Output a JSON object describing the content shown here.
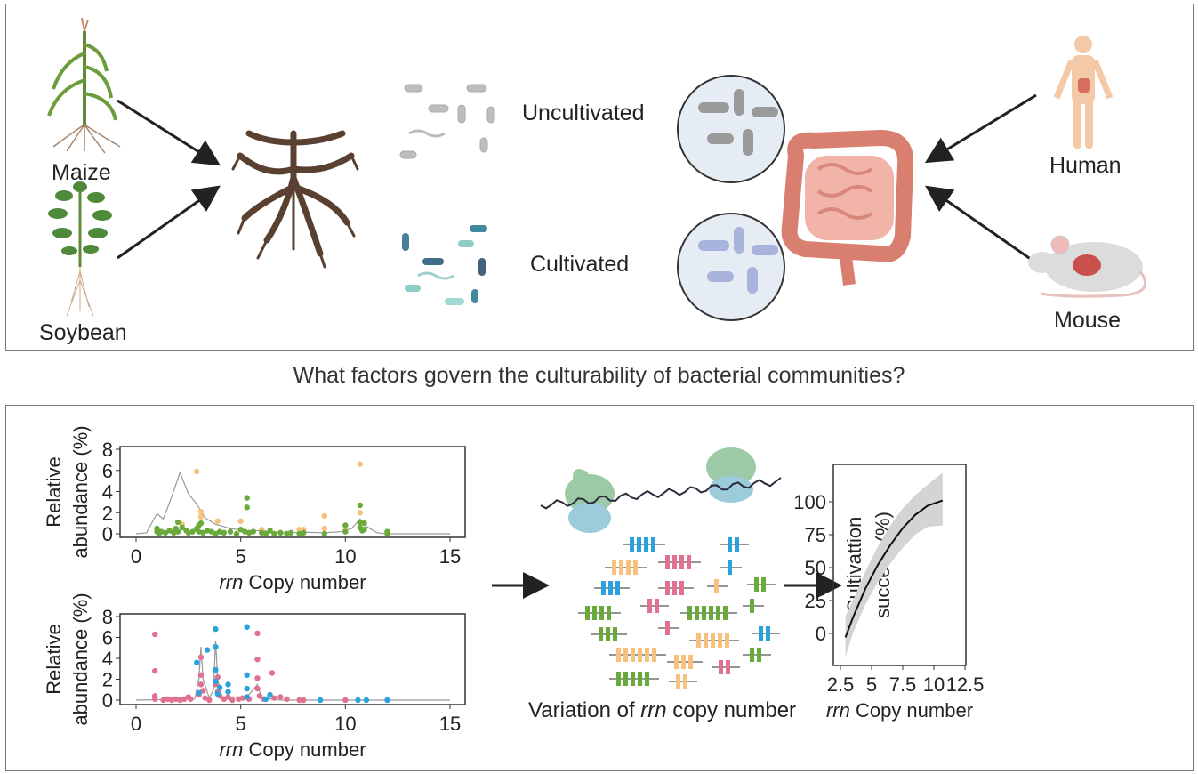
{
  "top_panel": {
    "labels": {
      "maize": "Maize",
      "soybean": "Soybean",
      "uncultivated": "Uncultivated",
      "cultivated": "Cultivated",
      "human": "Human",
      "mouse": "Mouse"
    }
  },
  "question": "What factors govern the culturability of bacterial communities?",
  "bottom_panel": {
    "variation_label_prefix": "Variation of ",
    "variation_label_italic": "rrn",
    "variation_label_suffix": " copy number"
  },
  "colors": {
    "green": "#6aaa3a",
    "orange": "#f6c27e",
    "pink": "#e0718f",
    "blue": "#2aa3dc",
    "band": "#d4d4d4"
  },
  "chart_data": [
    {
      "type": "scatter",
      "name": "plant-root-abundance",
      "xlabel_italic": "rrn",
      "xlabel": " Copy number",
      "ylabel_line1": "Relative",
      "ylabel_line2": "abundance (%)",
      "xlim": [
        0,
        15
      ],
      "ylim": [
        0,
        8
      ],
      "xticks": [
        0,
        5,
        10,
        15
      ],
      "yticks": [
        0,
        2,
        4,
        6,
        8
      ],
      "density": [
        [
          0,
          0
        ],
        [
          0.5,
          0.1
        ],
        [
          0.8,
          1.2
        ],
        [
          1,
          1.9
        ],
        [
          1.3,
          1.4
        ],
        [
          1.7,
          3.5
        ],
        [
          2.1,
          5.8
        ],
        [
          2.5,
          3.8
        ],
        [
          2.9,
          2.8
        ],
        [
          3.3,
          1.5
        ],
        [
          3.8,
          0.9
        ],
        [
          4.5,
          0.5
        ],
        [
          5.2,
          0.3
        ],
        [
          6,
          0.3
        ],
        [
          7,
          0.1
        ],
        [
          8,
          0.15
        ],
        [
          9,
          0.1
        ],
        [
          9.8,
          0.2
        ],
        [
          10.3,
          0.5
        ],
        [
          10.7,
          1.4
        ],
        [
          11,
          0.7
        ],
        [
          11.5,
          0.1
        ],
        [
          12,
          0
        ],
        [
          15,
          0
        ]
      ],
      "series": [
        {
          "name": "orange",
          "color": "#f6c27e",
          "points": [
            [
              2.9,
              5.9
            ],
            [
              3.1,
              2.1
            ],
            [
              3.1,
              1.6
            ],
            [
              2.2,
              0.9
            ],
            [
              3.9,
              1.2
            ],
            [
              5,
              1.2
            ],
            [
              6,
              0.4
            ],
            [
              7.8,
              0.4
            ],
            [
              8,
              0.4
            ],
            [
              9,
              1.7
            ],
            [
              9,
              0.5
            ],
            [
              10.7,
              6.6
            ],
            [
              10.7,
              2
            ],
            [
              10,
              0.3
            ]
          ]
        },
        {
          "name": "green",
          "color": "#6aaa3a",
          "points": [
            [
              1,
              0.5
            ],
            [
              1,
              0.2
            ],
            [
              1.1,
              0
            ],
            [
              1.2,
              0.2
            ],
            [
              1.4,
              0.1
            ],
            [
              1.6,
              0.3
            ],
            [
              1.8,
              0.1
            ],
            [
              1.9,
              0.5
            ],
            [
              2,
              1.1
            ],
            [
              2,
              0.2
            ],
            [
              2.2,
              0.6
            ],
            [
              2.4,
              0.3
            ],
            [
              2.5,
              0.1
            ],
            [
              2.7,
              0.2
            ],
            [
              2.9,
              0.5
            ],
            [
              3,
              0.8
            ],
            [
              3,
              0.2
            ],
            [
              3.1,
              1
            ],
            [
              3.2,
              0.1
            ],
            [
              3.4,
              0.3
            ],
            [
              3.6,
              0.2
            ],
            [
              3.8,
              0
            ],
            [
              4,
              0.2
            ],
            [
              4.2,
              0.1
            ],
            [
              4.5,
              0.2
            ],
            [
              4.8,
              0
            ],
            [
              5,
              0.4
            ],
            [
              5.2,
              0.2
            ],
            [
              5.3,
              3.4
            ],
            [
              5.3,
              2.5
            ],
            [
              5.4,
              0.1
            ],
            [
              5.6,
              0.2
            ],
            [
              6,
              0.1
            ],
            [
              6.2,
              0
            ],
            [
              6.4,
              0.3
            ],
            [
              6.6,
              0
            ],
            [
              6.9,
              0.1
            ],
            [
              7.2,
              0
            ],
            [
              7.4,
              0.1
            ],
            [
              7.8,
              0
            ],
            [
              8,
              0.1
            ],
            [
              9,
              0
            ],
            [
              10,
              0.8
            ],
            [
              10,
              0.2
            ],
            [
              10.7,
              2.7
            ],
            [
              10.7,
              1.1
            ],
            [
              10.7,
              0.6
            ],
            [
              10.8,
              0.3
            ],
            [
              10.9,
              1
            ],
            [
              10.9,
              0.4
            ],
            [
              12,
              0.2
            ],
            [
              12,
              0
            ]
          ]
        }
      ]
    },
    {
      "type": "scatter",
      "name": "gut-abundance",
      "xlabel_italic": "rrn",
      "xlabel": " Copy number",
      "ylabel_line1": "Relative",
      "ylabel_line2": "abundance (%)",
      "xlim": [
        0,
        15
      ],
      "ylim": [
        0,
        8
      ],
      "xticks": [
        0,
        5,
        10,
        15
      ],
      "yticks": [
        0,
        2,
        4,
        6,
        8
      ],
      "density": [
        [
          0,
          0
        ],
        [
          2.8,
          0.1
        ],
        [
          3,
          2
        ],
        [
          3.1,
          5.1
        ],
        [
          3.2,
          2
        ],
        [
          3.5,
          0.2
        ],
        [
          3.7,
          1
        ],
        [
          3.8,
          5.7
        ],
        [
          3.9,
          2
        ],
        [
          4.1,
          0.3
        ],
        [
          5.3,
          0.3
        ],
        [
          5.8,
          1.5
        ],
        [
          6,
          0.2
        ],
        [
          7,
          0
        ],
        [
          15,
          0
        ]
      ],
      "series": [
        {
          "name": "pink",
          "color": "#e0718f",
          "points": [
            [
              0.9,
              6.3
            ],
            [
              0.9,
              2.8
            ],
            [
              0.9,
              0.4
            ],
            [
              0.9,
              0.1
            ],
            [
              1.3,
              0
            ],
            [
              1.5,
              0.1
            ],
            [
              1.7,
              0
            ],
            [
              1.9,
              0.1
            ],
            [
              2.1,
              0
            ],
            [
              2.3,
              0.1
            ],
            [
              2.5,
              0.3
            ],
            [
              2.6,
              0.1
            ],
            [
              3,
              0.5
            ],
            [
              3.1,
              4.1
            ],
            [
              3.1,
              2.4
            ],
            [
              3.1,
              1.5
            ],
            [
              3.2,
              0.9
            ],
            [
              3.3,
              0.2
            ],
            [
              3.5,
              0
            ],
            [
              3.8,
              1.5
            ],
            [
              3.9,
              2.2
            ],
            [
              3.9,
              0.8
            ],
            [
              4,
              0.4
            ],
            [
              4.2,
              0.1
            ],
            [
              4.4,
              0.3
            ],
            [
              4.6,
              0
            ],
            [
              4.9,
              0.1
            ],
            [
              5.1,
              0.2
            ],
            [
              5.4,
              0.1
            ],
            [
              5.8,
              6.4
            ],
            [
              5.8,
              3.9
            ],
            [
              5.8,
              2.1
            ],
            [
              5.8,
              1.1
            ],
            [
              5.9,
              0.4
            ],
            [
              6.1,
              0.1
            ],
            [
              6.5,
              2.6
            ],
            [
              6.6,
              0.2
            ],
            [
              6.9,
              0.3
            ],
            [
              7.2,
              0.1
            ],
            [
              7.8,
              0
            ],
            [
              8,
              0
            ],
            [
              10,
              0
            ]
          ]
        },
        {
          "name": "blue",
          "color": "#2aa3dc",
          "points": [
            [
              2.9,
              3.6
            ],
            [
              3,
              0.7
            ],
            [
              3.4,
              4.8
            ],
            [
              3.8,
              6.8
            ],
            [
              3.8,
              5.1
            ],
            [
              3.8,
              2.9
            ],
            [
              3.8,
              1.8
            ],
            [
              3.9,
              0.6
            ],
            [
              4,
              1.2
            ],
            [
              4.4,
              1.5
            ],
            [
              4.4,
              0.8
            ],
            [
              5.3,
              7
            ],
            [
              5.3,
              2.4
            ],
            [
              5.3,
              1.1
            ],
            [
              5.3,
              0.3
            ],
            [
              6.2,
              0.1
            ],
            [
              6.4,
              0.5
            ],
            [
              8.8,
              0
            ],
            [
              10.6,
              0
            ],
            [
              11,
              0
            ],
            [
              12,
              0
            ]
          ]
        }
      ]
    },
    {
      "type": "line",
      "name": "cultivation-success",
      "xlabel_italic": "rrn",
      "xlabel": " Copy number",
      "ylabel_line1": "Cultivattion",
      "ylabel_line2": "success (%)",
      "xlim": [
        2.5,
        12.5
      ],
      "ylim": [
        -25,
        130
      ],
      "xticks": [
        "2.5",
        "5",
        "7.5",
        "10",
        "12.5"
      ],
      "yticks": [
        "0",
        "25",
        "50",
        "75",
        "100"
      ],
      "fit": [
        [
          2.9,
          -3
        ],
        [
          3.5,
          12
        ],
        [
          4.5,
          34
        ],
        [
          5.5,
          52
        ],
        [
          6.5,
          67
        ],
        [
          7.5,
          80
        ],
        [
          8.5,
          90
        ],
        [
          9.5,
          97
        ],
        [
          10.7,
          101
        ]
      ],
      "band_upper": [
        [
          2.9,
          13
        ],
        [
          3.5,
          25
        ],
        [
          4.5,
          47
        ],
        [
          5.5,
          66
        ],
        [
          6.5,
          82
        ],
        [
          7.5,
          95
        ],
        [
          8.5,
          105
        ],
        [
          9.5,
          113
        ],
        [
          10.7,
          122
        ]
      ],
      "band_lower": [
        [
          2.9,
          -18
        ],
        [
          3.5,
          0
        ],
        [
          4.5,
          22
        ],
        [
          5.5,
          39
        ],
        [
          6.5,
          53
        ],
        [
          7.5,
          65
        ],
        [
          8.5,
          75
        ],
        [
          9.5,
          81
        ],
        [
          10.7,
          82
        ]
      ]
    }
  ]
}
